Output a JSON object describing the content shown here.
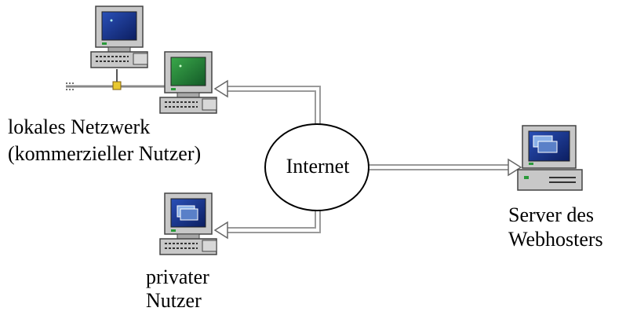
{
  "diagram": {
    "lan_label_line1": "lokales Netzwerk",
    "lan_label_line2": "(kommerzieller Nutzer)",
    "internet_label": "Internet",
    "private_label_line1": "privater",
    "private_label_line2": "Nutzer",
    "server_label_line1": "Server des",
    "server_label_line2": "Webhosters"
  },
  "colors": {
    "line": "#9a9a9a",
    "computer_case": "#c8c8c8",
    "monitor_screen": "#1a3a8a",
    "monitor_screen_green": "#2a8a3a",
    "server_screen": "#223a9a",
    "connector": "#e8c830"
  },
  "icons": [
    "desktop-computer-icon",
    "server-icon",
    "network-bus-icon"
  ]
}
